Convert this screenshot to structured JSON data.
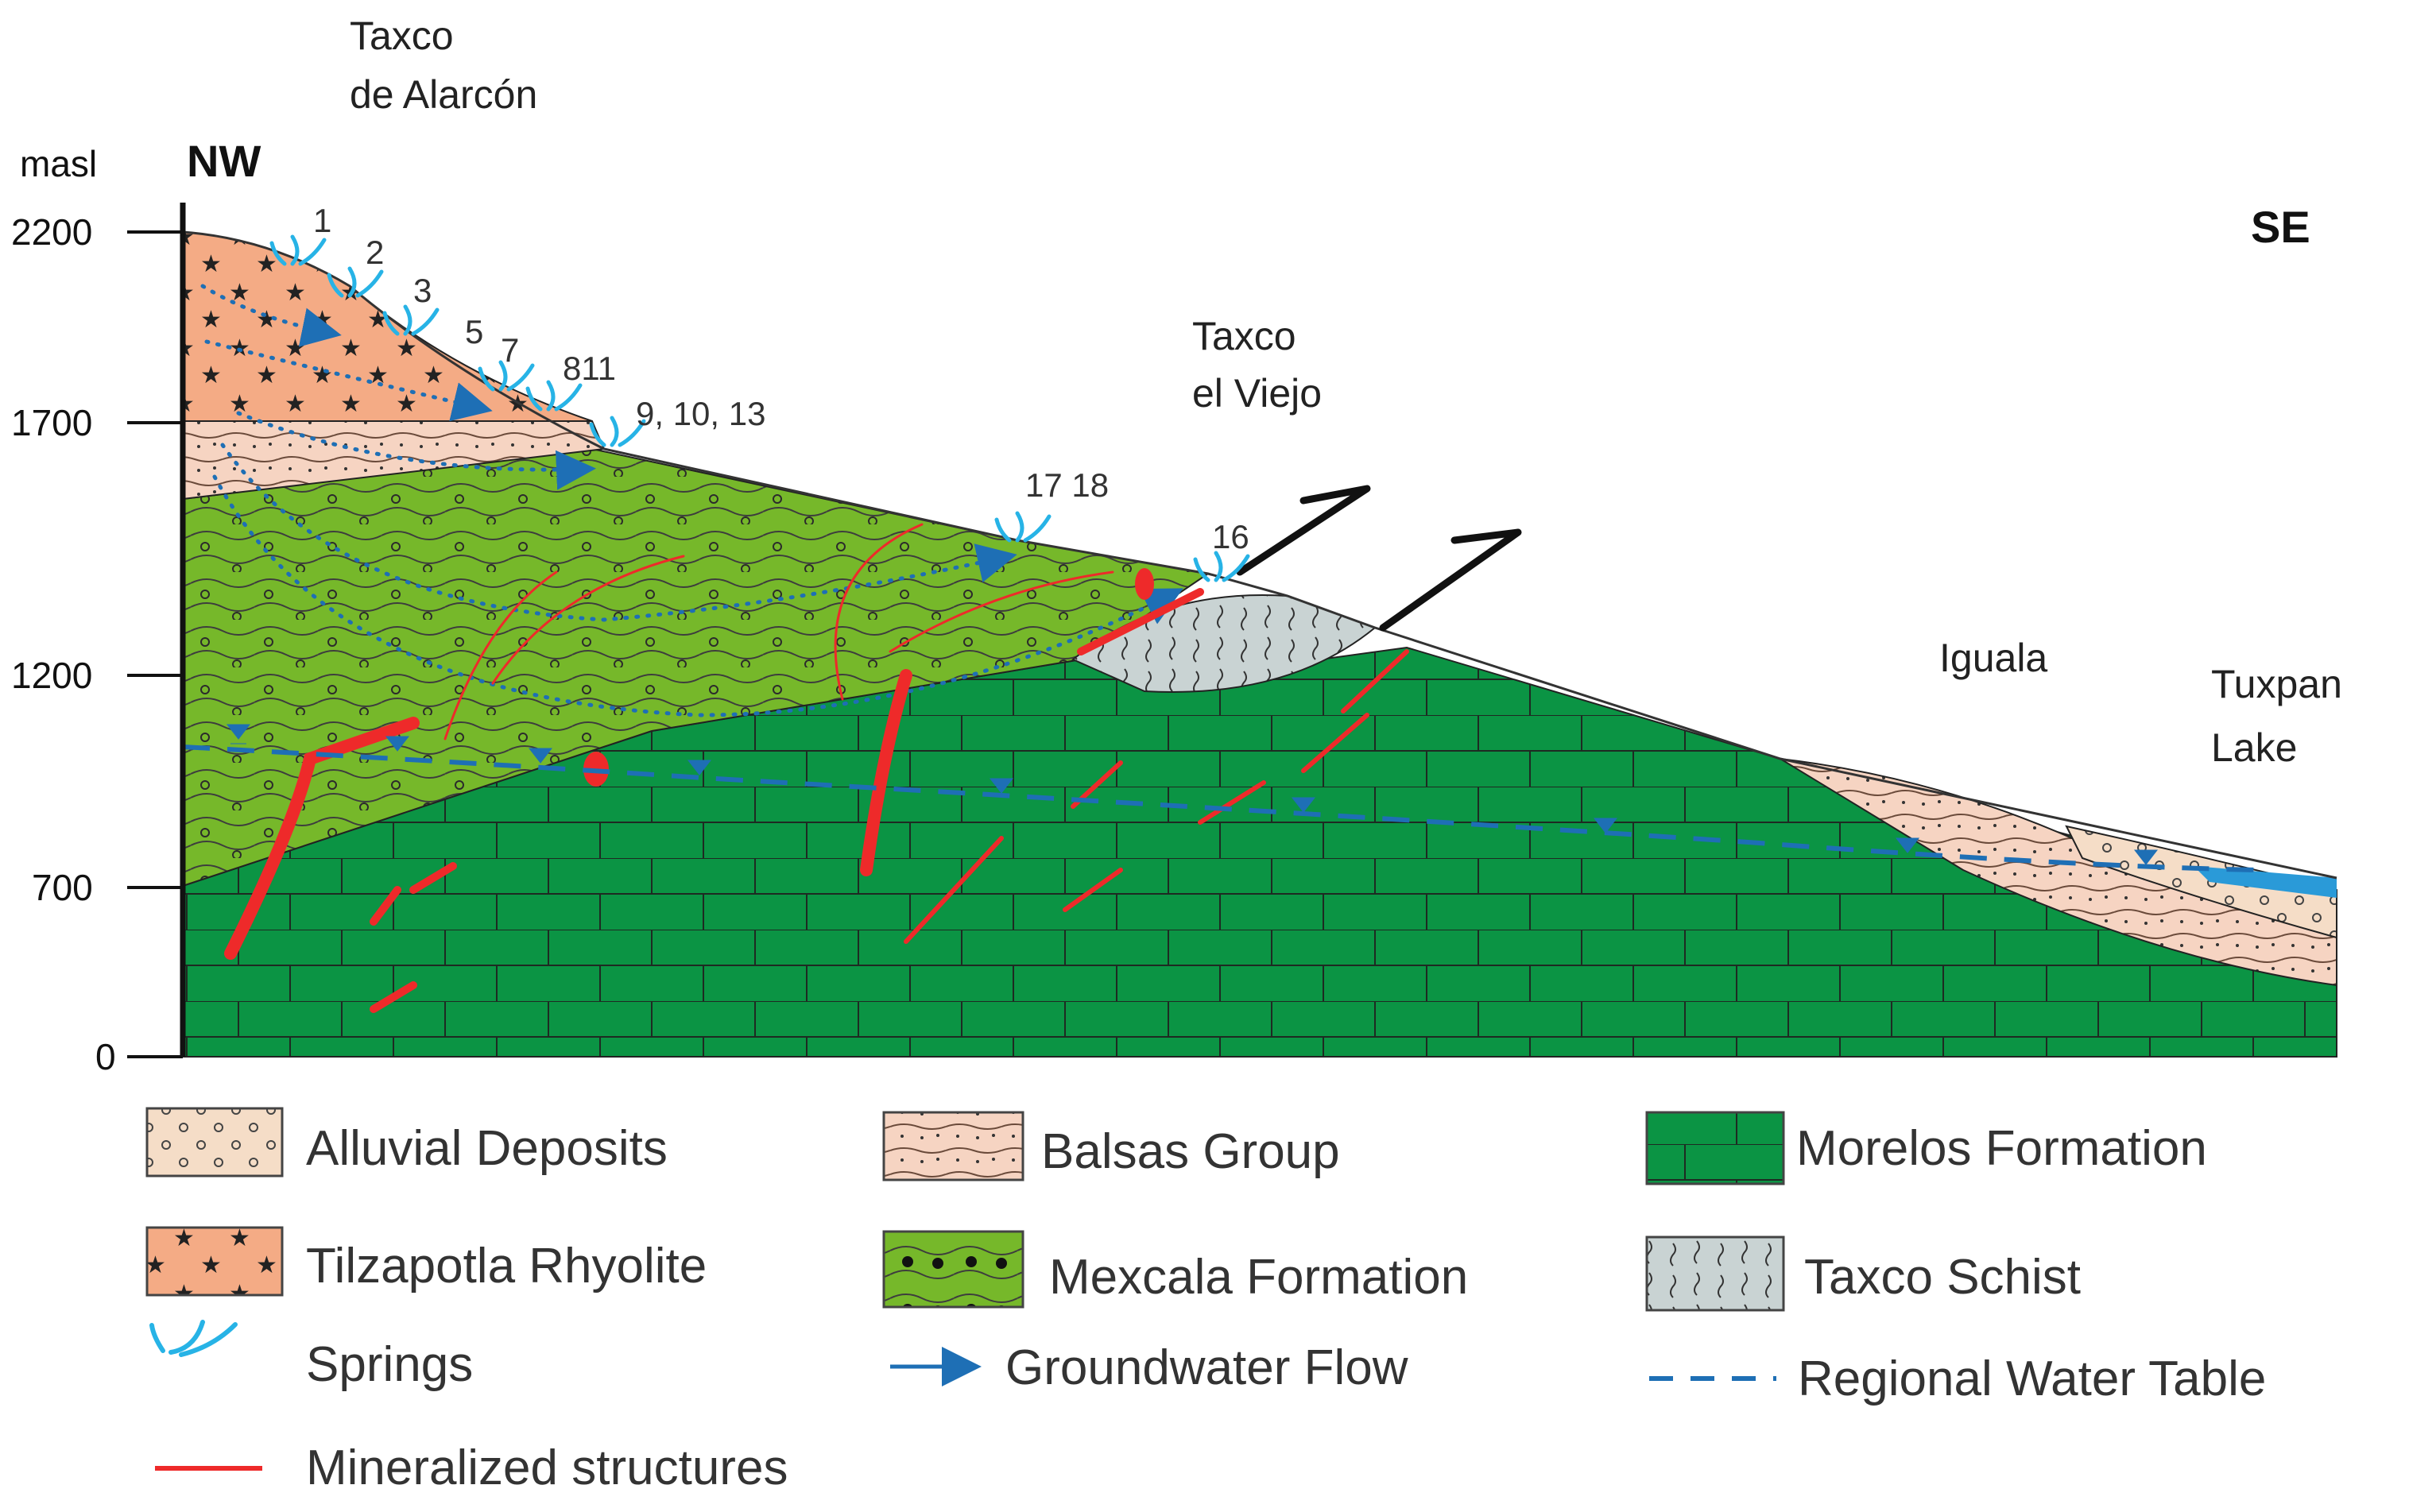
{
  "axis": {
    "unit": "masl",
    "ticks": [
      "2200",
      "1700",
      "1200",
      "700",
      "0"
    ]
  },
  "directions": {
    "left": "NW",
    "right": "SE"
  },
  "places": {
    "taxco_alarcon": [
      "Taxco",
      "de Alarcón"
    ],
    "taxco_viejo": [
      "Taxco",
      "el Viejo"
    ],
    "iguala": "Iguala",
    "tuxpan_lake": [
      "Tuxpan",
      "Lake"
    ]
  },
  "springs": {
    "s1": "1",
    "s2": "2",
    "s3": "3",
    "s5": "5",
    "s7": "7",
    "s8_11": "811",
    "s9_10_13": "9, 10, 13",
    "s17_18": "17 18",
    "s16": "16"
  },
  "legend": {
    "alluvial": "Alluvial Deposits",
    "balsas": "Balsas Group",
    "morelos": "Morelos Formation",
    "tilzapotla": "Tilzapotla Rhyolite",
    "mexcala": "Mexcala Formation",
    "schist": "Taxco Schist",
    "springs": "Springs",
    "gw_flow": "Groundwater Flow",
    "water_table": "Regional Water Table",
    "mineralized": "Mineralized structures"
  },
  "colors": {
    "morelos": "#0b9444",
    "mexcala": "#76b82a",
    "tilzapotla": "#f4ab85",
    "balsas": "#f6d4c2",
    "alluvial": "#f5ddc7",
    "schist": "#c9d3d3",
    "water": "#2a9ad8",
    "flow": "#1e6fb5",
    "mineral": "#ee2a2a",
    "spring": "#27b3e6"
  }
}
